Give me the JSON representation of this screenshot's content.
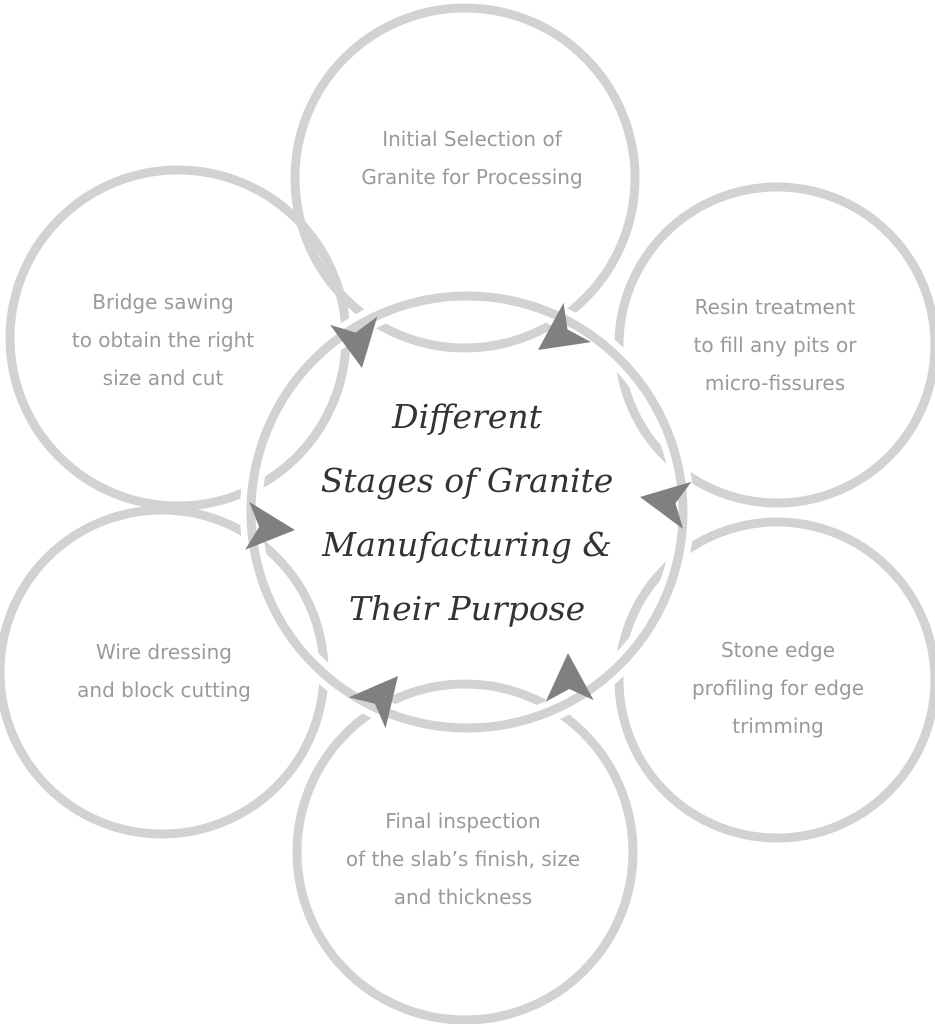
{
  "title": [
    "Different",
    "Stages of Granite",
    "Manufacturing &",
    "Their Purpose"
  ],
  "stages": [
    {
      "lines": [
        "Initial Selection of",
        "Granite for Processing"
      ]
    },
    {
      "lines": [
        "Resin treatment",
        "to fill any pits or",
        "micro-fissures"
      ]
    },
    {
      "lines": [
        "Stone edge",
        "profiling for edge",
        "trimming"
      ]
    },
    {
      "lines": [
        "Final inspection",
        "of the slab’s finish, size",
        "and thickness"
      ]
    },
    {
      "lines": [
        "Wire dressing",
        "and block cutting"
      ]
    },
    {
      "lines": [
        "Bridge sawing",
        "to obtain the right",
        "size and cut"
      ]
    }
  ],
  "colors": {
    "ring": "#d2d2d2",
    "arrow": "#808080",
    "text": "#9a9a9a",
    "title": "#333333"
  }
}
